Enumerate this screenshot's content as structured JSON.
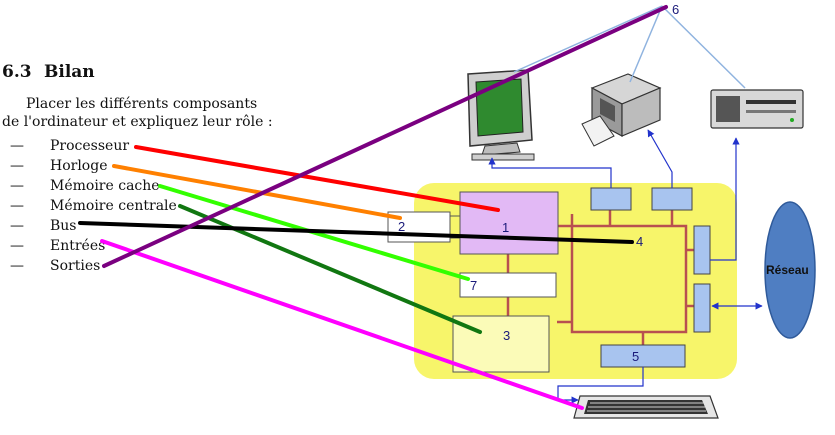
{
  "section": {
    "number": "6.3",
    "title": "Bilan"
  },
  "instruction": {
    "line1": "Placer les différents composants",
    "line2": "de l'ordinateur et expliquez leur rôle :"
  },
  "items": [
    {
      "dash": "—",
      "label": "Processeur",
      "color": "#ff0000"
    },
    {
      "dash": "—",
      "label": "Horloge",
      "color": "#ff8000"
    },
    {
      "dash": "—",
      "label": "Mémoire cache",
      "color": "#33ff00"
    },
    {
      "dash": "—",
      "label": "Mémoire centrale",
      "color": "#117711"
    },
    {
      "dash": "—",
      "label": "Bus",
      "color": "#000000"
    },
    {
      "dash": "—",
      "label": "Entrées",
      "color": "#ff00ff"
    },
    {
      "dash": "—",
      "label": "Sorties",
      "color": "#7a0080"
    }
  ],
  "diagram": {
    "labels": {
      "n1": "1",
      "n2": "2",
      "n3": "3",
      "n4": "4",
      "n5": "5",
      "n6": "6",
      "n7": "7"
    },
    "network": "Réseau",
    "colors": {
      "board": "#f7f56a",
      "processor": "#e2b9f5",
      "memory": "#fbfbb8",
      "port": "#a8c4ef",
      "bus": "#b85050",
      "network": "#4f7ec2",
      "link": "#8fb3df"
    }
  }
}
